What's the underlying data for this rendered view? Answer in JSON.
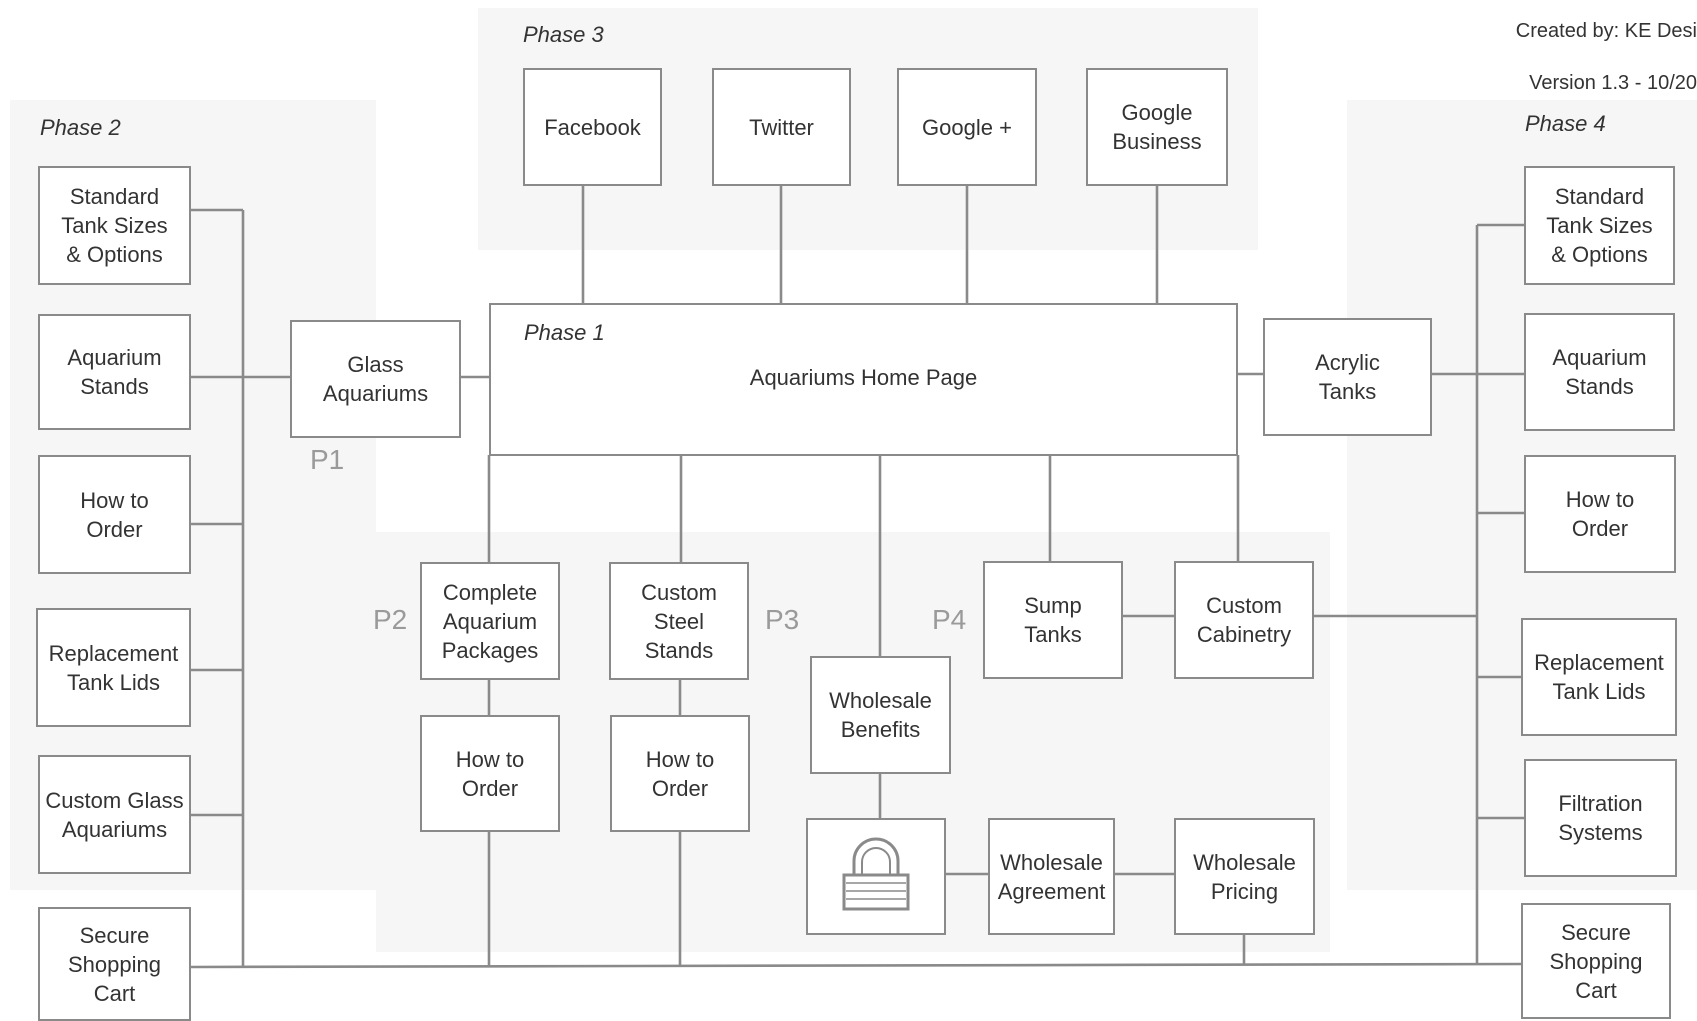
{
  "header": {
    "credit_line1": "Created by: KE Desi",
    "credit_line2": "Version 1.3 - 10/20"
  },
  "phases": {
    "phase1": "Phase 1",
    "phase2": "Phase 2",
    "phase3": "Phase 3",
    "phase4": "Phase 4"
  },
  "tags": {
    "p1": "P1",
    "p2": "P2",
    "p3": "P3",
    "p4": "P4"
  },
  "home": {
    "title": "Aquariums Home Page"
  },
  "social": {
    "facebook": "Facebook",
    "twitter": "Twitter",
    "google_plus": "Google +",
    "google_business": "Google\nBusiness"
  },
  "left": {
    "glass_aquariums": "Glass\nAquariums",
    "standard_tank_sizes": "Standard\nTank Sizes\n& Options",
    "aquarium_stands": "Aquarium\nStands",
    "how_to_order": "How to\nOrder",
    "replacement_tank_lids": "Replacement\nTank Lids",
    "custom_glass_aquariums": "Custom Glass\nAquariums",
    "secure_shopping_cart": "Secure\nShopping\nCart"
  },
  "right": {
    "acrylic_tanks": "Acrylic\nTanks",
    "standard_tank_sizes": "Standard\nTank Sizes\n& Options",
    "aquarium_stands": "Aquarium\nStands",
    "how_to_order": "How to\nOrder",
    "replacement_tank_lids": "Replacement\nTank Lids",
    "filtration_systems": "Filtration\nSystems",
    "secure_shopping_cart": "Secure\nShopping\nCart"
  },
  "bottom": {
    "complete_packages": "Complete\nAquarium\nPackages",
    "custom_steel_stands": "Custom\nSteel\nStands",
    "how_to_order_a": "How to\nOrder",
    "how_to_order_b": "How to\nOrder",
    "wholesale_benefits": "Wholesale\nBenefits",
    "sump_tanks": "Sump\nTanks",
    "custom_cabinetry": "Custom\nCabinetry",
    "wholesale_agreement": "Wholesale\nAgreement",
    "wholesale_pricing": "Wholesale\nPricing"
  },
  "icons": {
    "lock": "lock-icon"
  },
  "colors": {
    "box_border": "#8a8a8a",
    "phase_bg": "#f6f6f6",
    "tag_text": "#9a9a9a",
    "text": "#333333"
  }
}
